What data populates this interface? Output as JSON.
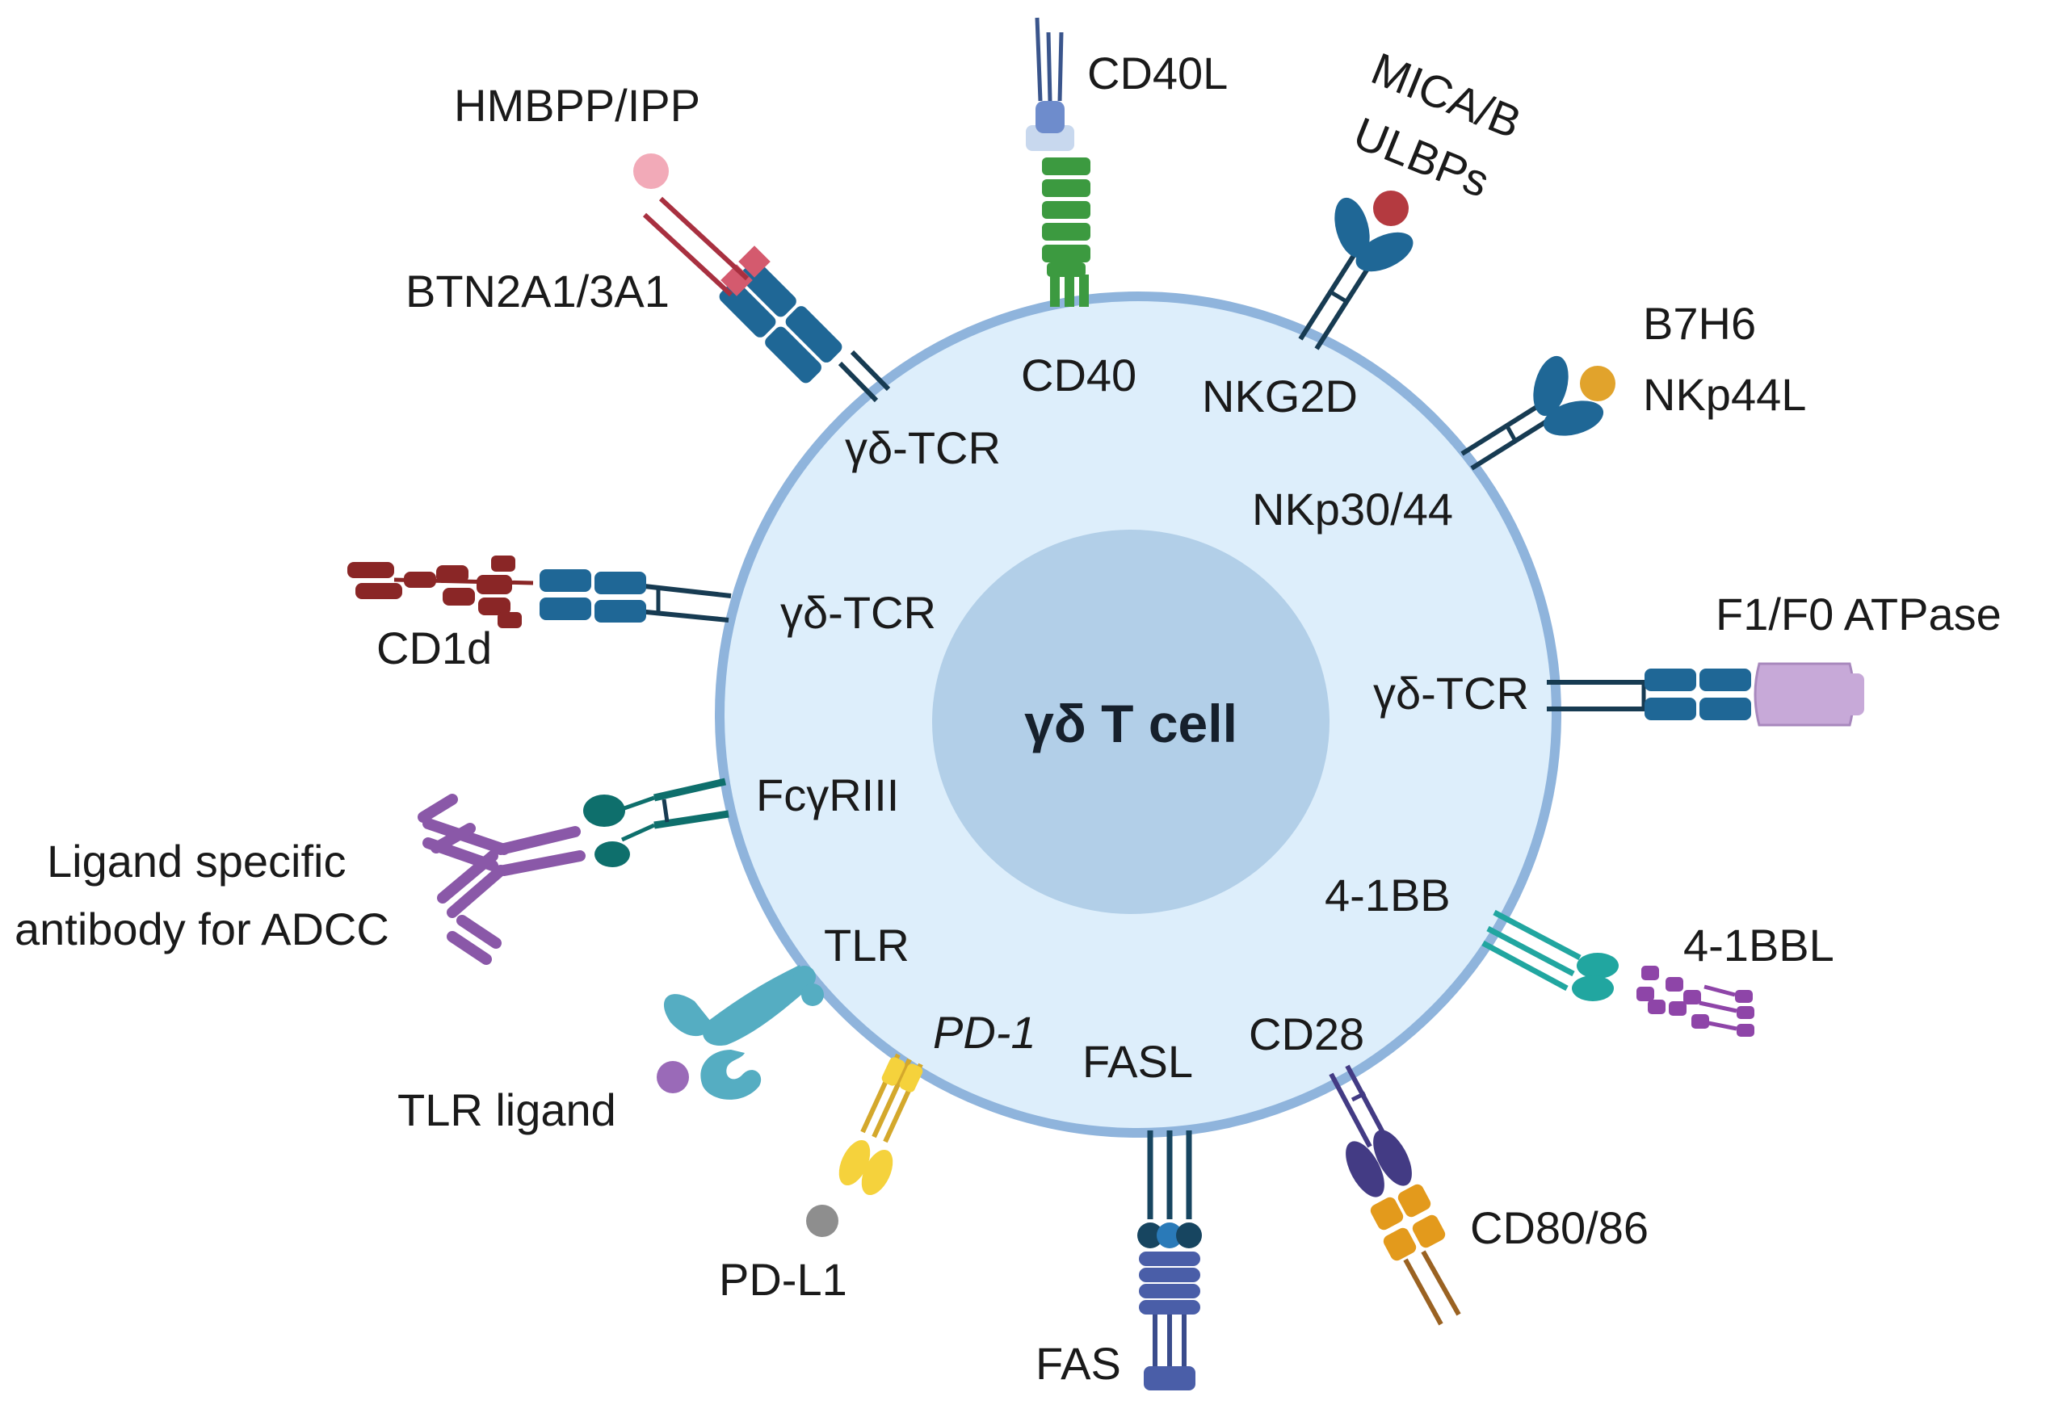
{
  "cell": {
    "title": "γδ T cell"
  },
  "receptors": {
    "gd_tcr_top": "γδ-TCR",
    "gd_tcr_left": "γδ-TCR",
    "gd_tcr_right": "γδ-TCR",
    "cd40": "CD40",
    "nkg2d": "NKG2D",
    "nkp30_44": "NKp30/44",
    "fcgr3": "FcγRIII",
    "tlr": "TLR",
    "pd1": "PD-1",
    "fasl": "FASL",
    "cd28": "CD28",
    "four_1bb": "4-1BB"
  },
  "ligands": {
    "hmbpp": "HMBPP/IPP",
    "btn": "BTN2A1/3A1",
    "cd40l": "CD40L",
    "mica_line1": "MICA/B",
    "mica_line2": "ULBPs",
    "b7h6_line1": "B7H6",
    "b7h6_line2": "NKp44L",
    "cd1d": "CD1d",
    "f1f0": "F1/F0 ATPase",
    "adcc_line1": "Ligand specific",
    "adcc_line2": "antibody for ADCC",
    "four_1bbl": "4-1BBL",
    "tlr_ligand": "TLR ligand",
    "cd80_86": "CD80/86",
    "pdl1": "PD-L1",
    "fas": "FAS"
  },
  "colors": {
    "cell_fill": "#ddeefb",
    "cell_border": "#8fb4dc",
    "nucleus": "#b2cfe8",
    "tcr": "#1f6796",
    "stalk": "#173b52",
    "btn": "#a83040",
    "btn_pink": "#d45a6e",
    "hmbpp": "#f2aab8",
    "cd40l": "#6e8ccc",
    "cd40": "#3c9a40",
    "mica": "#b43a40",
    "b7h6": "#e1a32c",
    "cd1d": "#8a2626",
    "atpase": "#c7a9d8",
    "antibody": "#8a58a8",
    "fcr": "#0e6f6c",
    "tlr": "#55adc2",
    "tlr_ligand": "#9a6ab8",
    "pd1": "#f5d23c",
    "pdl1": "#8e8e8e",
    "fasl": "#174560",
    "fas": "#4a5ea8",
    "cd28": "#433b84",
    "cd80": "#e39a1c",
    "four_1bb": "#21a6a0",
    "four_1bbl": "#8e45a8"
  }
}
